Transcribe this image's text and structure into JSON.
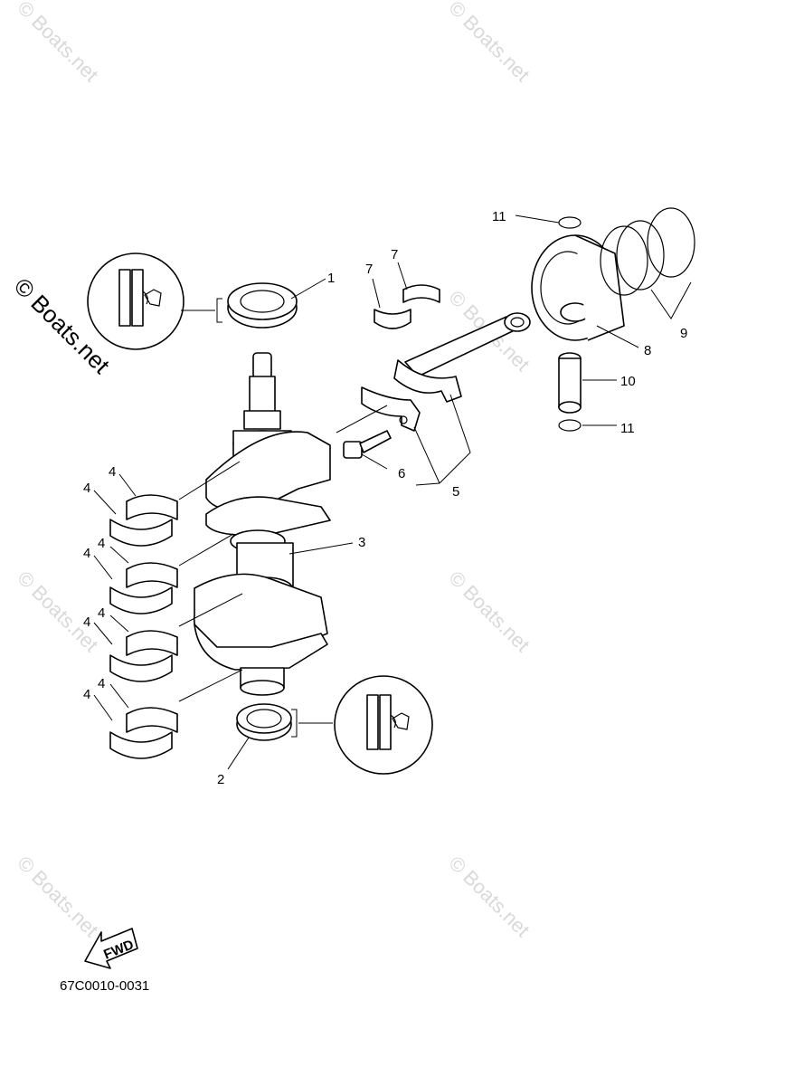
{
  "watermark": "© Boats.net",
  "drawing_code": "67C0010-0031",
  "fwd_label": "FWD",
  "callouts": {
    "c1": "1",
    "c2": "2",
    "c3": "3",
    "c4a": "4",
    "c4b": "4",
    "c4c": "4",
    "c4d": "4",
    "c4e": "4",
    "c4f": "4",
    "c4g": "4",
    "c4h": "4",
    "c5": "5",
    "c6": "6",
    "c7a": "7",
    "c7b": "7",
    "c8": "8",
    "c9": "9",
    "c10": "10",
    "c11a": "11",
    "c11b": "11"
  },
  "icons": [
    "grease-apply-icon",
    "fwd-arrow-icon"
  ]
}
